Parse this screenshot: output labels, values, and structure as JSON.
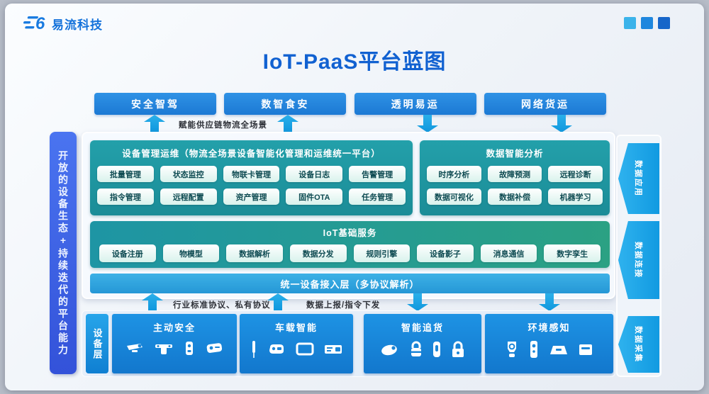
{
  "header": {
    "logo_text": "易流科技",
    "logo_icon": "e6-logo-icon",
    "window_squares": [
      "#3bb3ea",
      "#1f87de",
      "#1766c9"
    ]
  },
  "title": "IoT-PaaS平台蓝图",
  "scenario_buttons": [
    {
      "label": "安全智驾",
      "arrow": "up"
    },
    {
      "label": "数智食安",
      "arrow": "up"
    },
    {
      "label": "透明易运",
      "arrow": "down"
    },
    {
      "label": "网络货运",
      "arrow": "down"
    }
  ],
  "enable_note": "赋能供应链物流全场景",
  "left_rail_label": "开放的设备生态+持续迭代的平台能力",
  "panels": {
    "device_mgmt": {
      "title": "设备管理运维（物流全场景设备智能化管理和运维统一平台）",
      "rows": [
        [
          "批量管理",
          "状态监控",
          "物联卡管理",
          "设备日志",
          "告警管理"
        ],
        [
          "指令管理",
          "远程配置",
          "资产管理",
          "固件OTA",
          "任务管理"
        ]
      ]
    },
    "data_analysis": {
      "title": "数据智能分析",
      "rows": [
        [
          "时序分析",
          "故障预测",
          "远程诊断"
        ],
        [
          "数据可视化",
          "数据补偿",
          "机器学习"
        ]
      ]
    },
    "iot_base": {
      "title": "IoT基础服务",
      "chips": [
        "设备注册",
        "物模型",
        "数据解析",
        "数据分发",
        "规则引擎",
        "设备影子",
        "消息通信",
        "数字孪生"
      ]
    },
    "access_layer": {
      "title": "统一设备接入层（多协议解析）"
    }
  },
  "protocol_notes": {
    "left": "行业标准协议、私有协议",
    "right": "数据上报/指令下发"
  },
  "device_layer": {
    "label": "设备层",
    "boxes": [
      {
        "title": "主动安全",
        "icons": [
          "dashcam-icon",
          "adas-camera-icon",
          "driver-monitor-icon",
          "recorder-icon"
        ]
      },
      {
        "title": "车载智能",
        "icons": [
          "antenna-icon",
          "obd-device-icon",
          "display-icon",
          "terminal-box-icon"
        ]
      },
      {
        "title": "智能追货",
        "icons": [
          "tracker-icon",
          "round-padlock-icon",
          "tag-capsule-icon",
          "padlock-icon"
        ]
      },
      {
        "title": "环境感知",
        "icons": [
          "sensor-badge-icon",
          "sensor-stick-icon",
          "sensor-pad-icon",
          "reader-icon"
        ]
      }
    ]
  },
  "right_tags": [
    "数据应用",
    "数据连接",
    "数据采集"
  ],
  "colors": {
    "brand_blue": "#1677d9",
    "button_blue": "#1f80da",
    "arrow_blue": "#14a1e6",
    "rail_blue": "#3f63e4",
    "teal_panel": "#1f99a4",
    "teal_green": "#2ba183",
    "access_bar": "#2fa6de",
    "device_box": "#1787dc",
    "chip_text": "#0e4b52"
  }
}
